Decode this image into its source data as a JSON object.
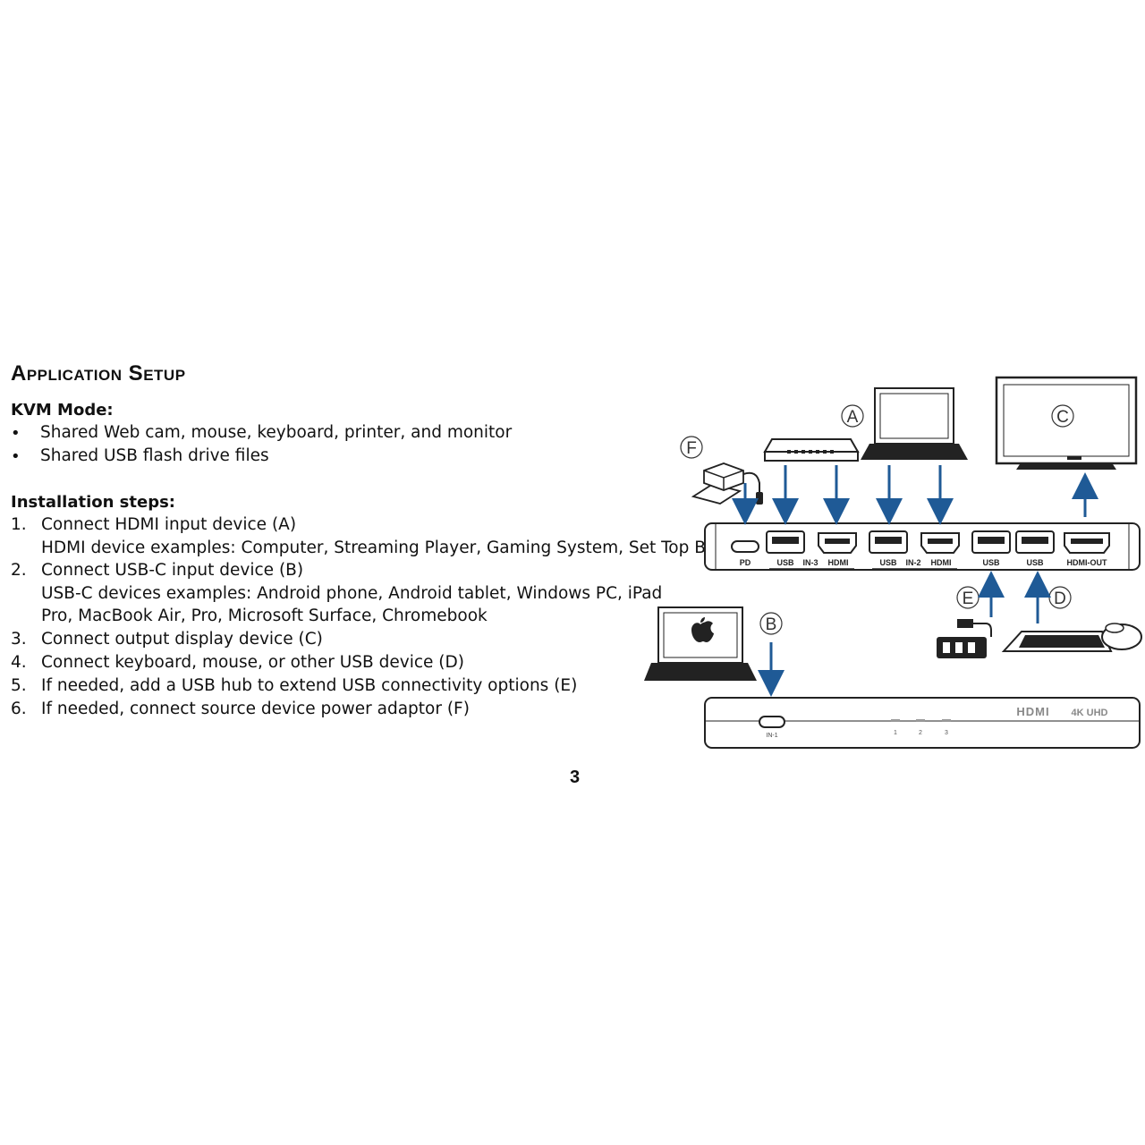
{
  "page": {
    "title": "Application Setup",
    "page_number": "3"
  },
  "kvm": {
    "heading": "KVM Mode:",
    "bullets": [
      "Shared Web cam, mouse, keyboard, printer, and monitor",
      "Shared USB flash drive files"
    ]
  },
  "install": {
    "heading": "Installation steps:",
    "steps": [
      {
        "num": "1.",
        "lines": [
          "Connect HDMI input device (A)",
          "HDMI device examples: Computer, Streaming Player, Gaming System, Set Top Box"
        ]
      },
      {
        "num": "2.",
        "lines": [
          "Connect USB-C input device (B)",
          "USB-C devices examples: Android phone, Android tablet, Windows PC, iPad",
          "Pro, MacBook Air, Pro, Microsoft Surface, Chromebook"
        ]
      },
      {
        "num": "3.",
        "lines": [
          "Connect output display device (C)"
        ]
      },
      {
        "num": "4.",
        "lines": [
          "Connect keyboard, mouse, or other USB device (D)"
        ]
      },
      {
        "num": "5.",
        "lines": [
          "If needed, add a USB hub to extend USB connectivity options (E)"
        ]
      },
      {
        "num": "6.",
        "lines": [
          "If needed, connect source device power adaptor (F)"
        ]
      }
    ]
  },
  "diagram": {
    "callouts": [
      "A",
      "B",
      "C",
      "D",
      "E",
      "F"
    ],
    "rear_ports": [
      "PD",
      "USB",
      "IN-3",
      "HDMI",
      "USB",
      "IN-2",
      "HDMI",
      "USB",
      "USB",
      "HDMI-OUT"
    ],
    "front_labels": {
      "brand": "HDMI",
      "uhd": "4K UHD",
      "port": "IN-1",
      "leds": [
        "1",
        "2",
        "3"
      ]
    },
    "arrow_color": "#1f5a96"
  }
}
